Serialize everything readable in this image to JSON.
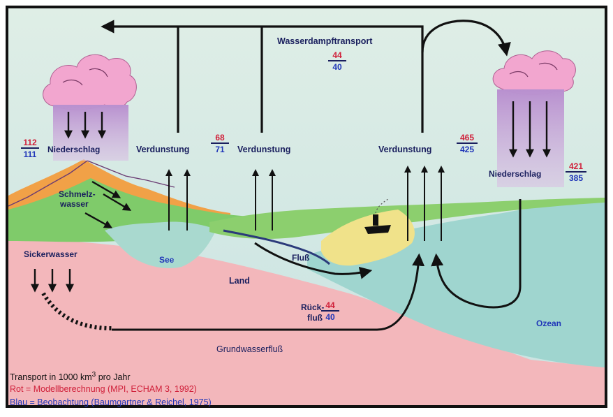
{
  "colors": {
    "sky_top": "#dfeee6",
    "sky_bottom": "#cfe5e4",
    "land": "#f3b7bb",
    "ocean": "#9fd5cf",
    "lake": "#a9d9cf",
    "vegetation": "#7fcb6a",
    "beach": "#f0e28a",
    "mountain_orange": "#f1a147",
    "cloud": "#f2a6cf",
    "rain": "#c59ad3",
    "arrow": "#111111",
    "model_red": "#d0203a",
    "observation_blue": "#2036b8",
    "text_dark": "#1a1f5e"
  },
  "labels": {
    "vapor_transport": "Wasserdampftransport",
    "evaporation_1": "Verdunstung",
    "evaporation_2": "Verdunstung",
    "evaporation_3": "Verdunstung",
    "precipitation_land": "Niederschlag",
    "precipitation_ocean": "Niederschlag",
    "meltwater_1": "Schmelz-",
    "meltwater_2": "wasser",
    "seepage": "Sickerwasser",
    "lake": "See",
    "river": "Fluß",
    "land": "Land",
    "return_flow_1": "Rück-",
    "return_flow_2": "fluß",
    "groundwater": "Grundwasserfluß",
    "ocean": "Ozean"
  },
  "values": {
    "vapor_transport": {
      "model": "44",
      "observed": "40"
    },
    "precip_land": {
      "model": "112",
      "observed": "111"
    },
    "evap_land": {
      "model": "68",
      "observed": "71"
    },
    "evap_ocean": {
      "model": "465",
      "observed": "425"
    },
    "precip_ocean": {
      "model": "421",
      "observed": "385"
    },
    "return_flow": {
      "model": "44",
      "observed": "40"
    }
  },
  "legend": {
    "units_prefix": "Transport in 1000 km",
    "units_exponent": "3",
    "units_suffix": " pro Jahr",
    "red_line": "Rot = Modellberechnung (MPI, ECHAM 3, 1992)",
    "blue_line": "Blau = Beobachtung (Baumgartner & Reichel, 1975)"
  }
}
